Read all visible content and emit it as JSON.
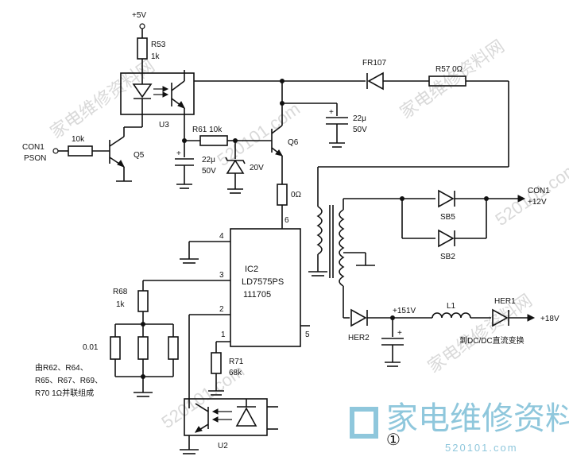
{
  "labels": {
    "v5": "+5V",
    "r53": "R53",
    "r53_val": "1k",
    "fr107": "FR107",
    "r57": "R57  0Ω",
    "u3": "U3",
    "r61": "R61  10k",
    "cap22_top": "22μ",
    "cap50_top": "50V",
    "con1_left": "CON1",
    "pson": "PSON",
    "r10k": "10k",
    "q5": "Q5",
    "q6": "Q6",
    "cap22_mid": "22μ",
    "cap50_mid": "50V",
    "z20v": "20V",
    "r0": "0Ω",
    "con1_right": "CON1",
    "v12": "+12V",
    "sb5": "SB5",
    "sb2": "SB2",
    "pin4": "4",
    "pin6": "6",
    "pin3": "3",
    "pin2": "2",
    "pin1": "1",
    "pin5": "5",
    "ic2_name": "IC2",
    "ic2_part": "LD7575PS",
    "ic2_code": "111705",
    "r68": "R68",
    "r68_val": "1k",
    "r001": "0.01",
    "note1": "由R62、R64、",
    "note2": "R65、R67、R69、",
    "note3": "R70  1Ω并联组成",
    "r71": "R71",
    "r71_val": "68k",
    "v151": "+151V",
    "l1": "L1",
    "her1": "HER1",
    "v18": "+18V",
    "her2": "HER2",
    "dcdc": "到DC/DC直流变换",
    "u2": "U2",
    "circle1": "①"
  },
  "watermarks": {
    "text1": "家电维修资料网",
    "text2": "520101.com",
    "text3": "家电维修资料网",
    "text4": "520101.com",
    "text5": "家电维修资料网"
  },
  "logo": {
    "title": "家电维修资料网",
    "url": "520101.com",
    "color": "#8fc7dc"
  }
}
